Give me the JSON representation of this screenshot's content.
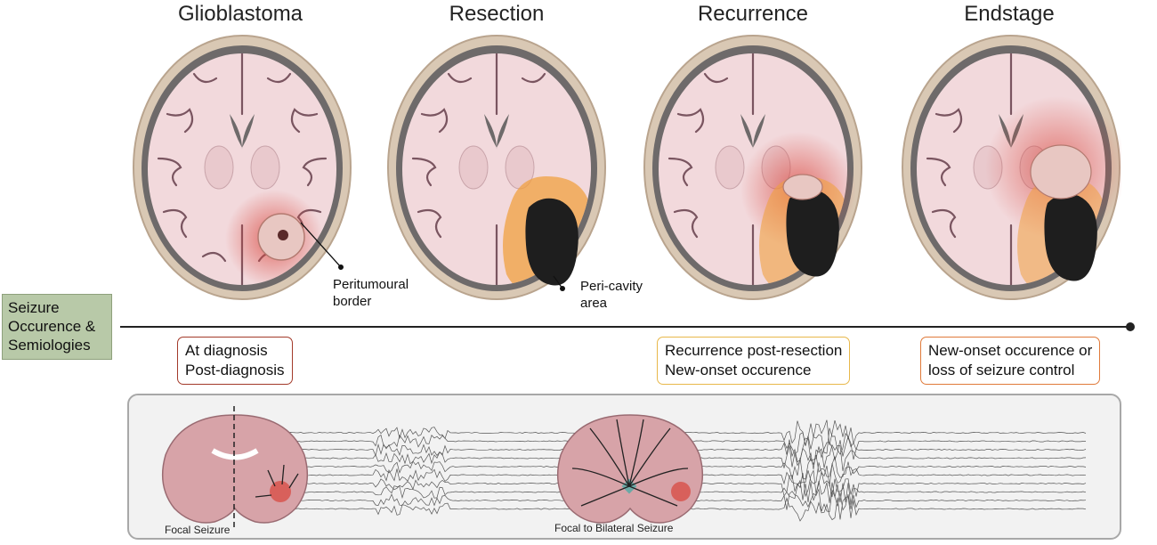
{
  "stages": [
    {
      "title": "Glioblastoma"
    },
    {
      "title": "Resection"
    },
    {
      "title": "Recurrence"
    },
    {
      "title": "Endstage"
    }
  ],
  "callouts": {
    "peritumoural": {
      "line1": "Peritumoural",
      "line2": "border"
    },
    "pericavity": {
      "line1": "Peri-cavity",
      "line2": "area"
    }
  },
  "side_label": {
    "line1": "Seizure",
    "line2": "Occurence &",
    "line3": "Semiologies"
  },
  "occurrence_boxes": [
    {
      "line1": "At diagnosis",
      "line2": "Post-diagnosis",
      "color": "#a33a2a"
    },
    {
      "line1": "Recurrence post-resection",
      "line2": "New-onset occurence",
      "color": "#e8b84a"
    },
    {
      "line1": "New-onset occurence or",
      "line2": "loss of seizure control",
      "color": "#e07a3a"
    }
  ],
  "seizure_types": {
    "focal": "Focal Seizure",
    "bilateral": "Focal to Bilateral Seizure"
  },
  "colors": {
    "skull": "#d9c8b4",
    "brain": "#f2d9dc",
    "sulci": "#7a5560",
    "tumor": "#d9433a",
    "cavity": "#1e1e1e",
    "pericavity": "#f0a040",
    "panel_bg": "#f2f2f2"
  }
}
